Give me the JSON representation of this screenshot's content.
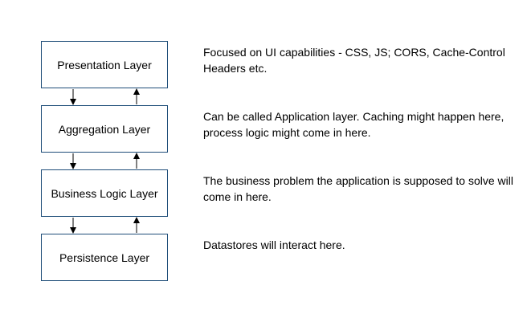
{
  "layers": [
    {
      "name": "Presentation Layer",
      "description": "Focused on UI capabilities - CSS, JS; CORS, Cache-Control Headers etc."
    },
    {
      "name": "Aggregation Layer",
      "description": "Can be called Application layer. Caching might happen here, process logic might come in here."
    },
    {
      "name": "Business Logic Layer",
      "description": "The business problem the application is supposed to solve will come in here."
    },
    {
      "name": "Persistence Layer",
      "description": "Datastores will interact here."
    }
  ],
  "colors": {
    "box_border": "#1f4e79",
    "arrow": "#000000",
    "text": "#000000"
  }
}
